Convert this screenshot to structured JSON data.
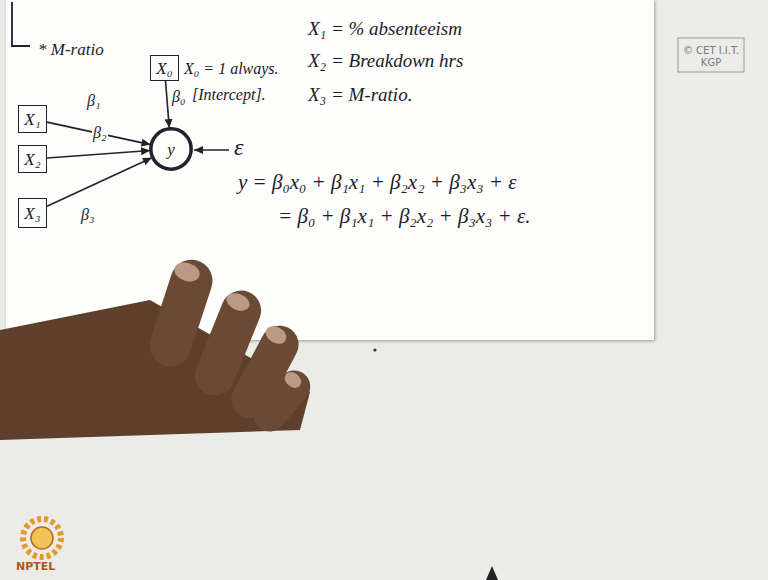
{
  "diagram": {
    "nodes": [
      {
        "text": [
          "X₀"
        ]
      },
      {
        "text": [
          "X₁"
        ]
      },
      {
        "text": [
          "X₂"
        ]
      },
      {
        "text": [
          "X₃"
        ]
      },
      {
        "text": [
          "y"
        ]
      }
    ],
    "edges": [
      {
        "from": 0,
        "to": 4,
        "label": "β₀",
        "arrow": "to"
      },
      {
        "from": 1,
        "to": 4,
        "label": "β₁",
        "arrow": "to"
      },
      {
        "from": 2,
        "to": 4,
        "label": "β₂",
        "arrow": "to"
      },
      {
        "from": 3,
        "to": 4,
        "label": "β₃",
        "arrow": "to"
      }
    ],
    "labels": [
      "* M-ratio",
      "X₀ = 1 always.",
      "[Intercept].",
      "ε",
      "X₁ = % absenteeism",
      "X₂ = Breakdown hrs",
      "X₃ = M-ratio.",
      "y = β₀x₀ + β₁x₁ + β₂x₂ + β₃x₃ + ε",
      "= β₀ + β₁x₁ + β₂x₂ + β₃x₃ + ε.",
      "© CET I.I.T. KGP",
      "NPTEL"
    ]
  }
}
